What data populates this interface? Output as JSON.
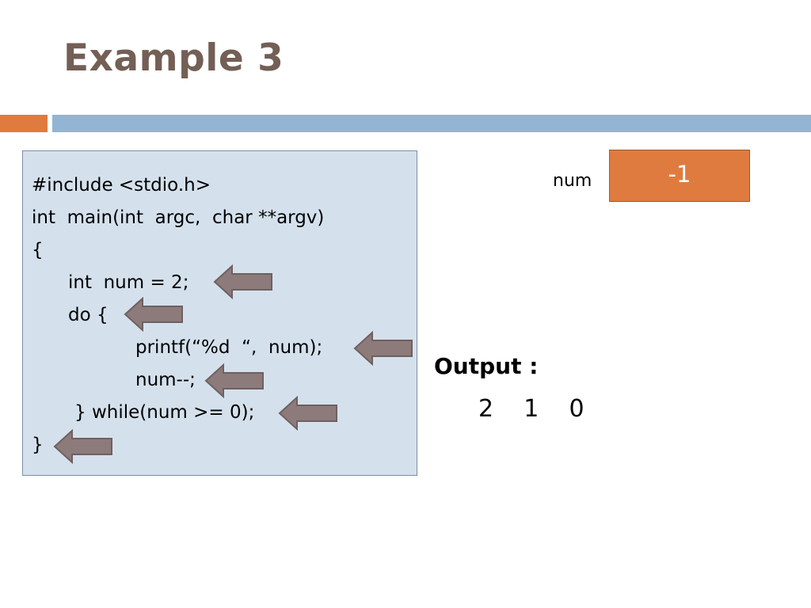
{
  "slide": {
    "title": "Example 3",
    "colors": {
      "accent_orange": "#e07b3f",
      "accent_blue": "#93b4d2",
      "code_bg": "#d4e1ed",
      "title": "#735f55",
      "arrow_fill": "#8d7b7b",
      "arrow_stroke": "#6f6060"
    }
  },
  "code": {
    "lines": [
      "#include <stdio.h>",
      "int  main(int  argc,  char **argv)",
      "{",
      "int  num = 2;",
      "do {",
      "printf(“%d  “,  num);",
      "num--;",
      "} while(num >= 0);",
      "}"
    ]
  },
  "variable": {
    "label": "num",
    "value": "-1"
  },
  "output": {
    "label": "Output :",
    "values": "2    1    0"
  }
}
